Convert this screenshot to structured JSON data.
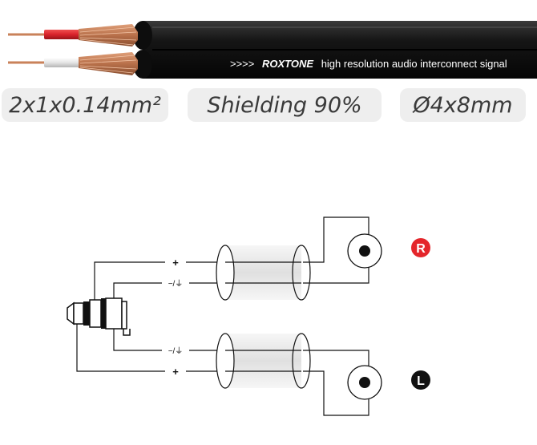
{
  "cable": {
    "print_prefix": ">>>>",
    "brand": "ROXTONE",
    "print_text": "high resolution audio interconnect signal"
  },
  "specs": [
    {
      "label": "2x1x0.14mm²"
    },
    {
      "label": "Shielding 90%"
    },
    {
      "label": "Ø4x8mm"
    }
  ],
  "wiring": {
    "hot_label": "+",
    "ground_label": "−/⏚",
    "right_channel": {
      "letter": "R",
      "color": "#e4262b"
    },
    "left_channel": {
      "letter": "L",
      "color": "#111111"
    }
  },
  "colors": {
    "cable_jacket": "#151515",
    "copper": "#c9825a",
    "red_insulation": "#d9232a",
    "white_insulation": "#e8e8e8"
  }
}
